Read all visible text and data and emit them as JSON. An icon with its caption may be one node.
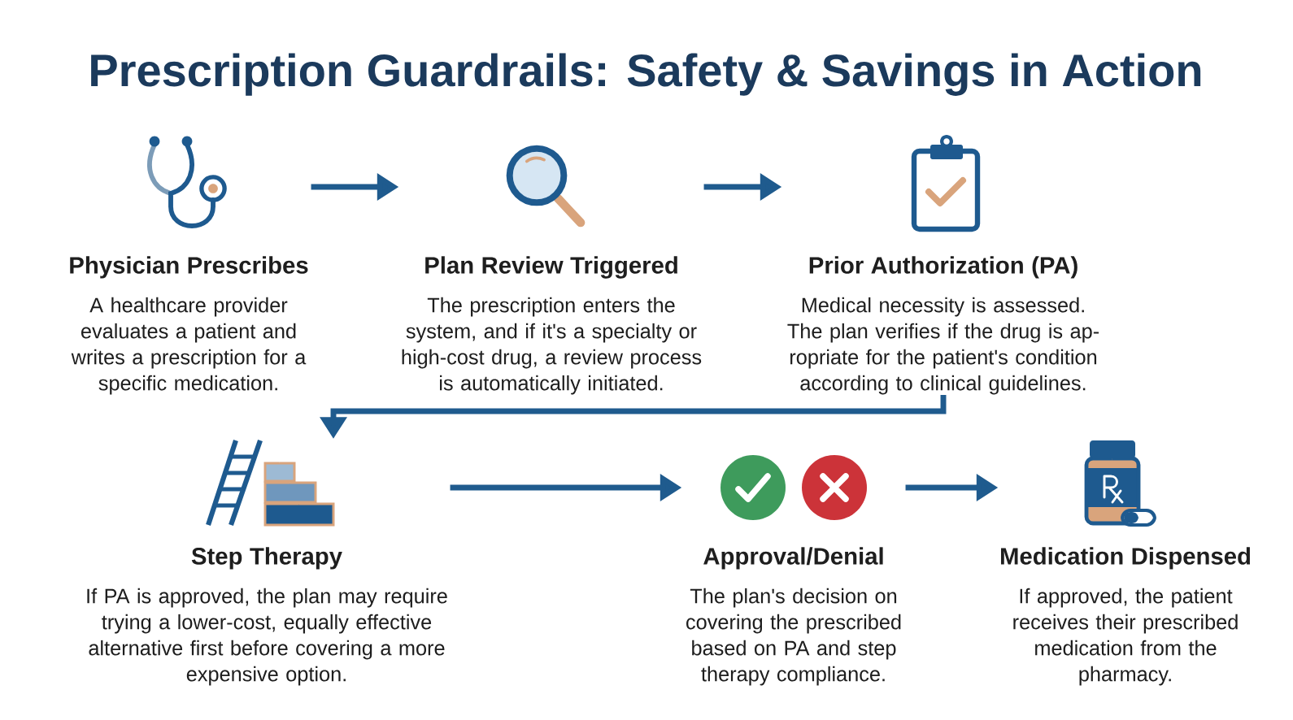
{
  "diagram": {
    "title": "Prescription Guardrails: Safety & Savings in Action",
    "nodes": [
      {
        "text": [
          "Physician Prescribes",
          "A healthcare provider evaluates a patient and writes a prescription for a specific medication."
        ]
      },
      {
        "text": [
          "Plan Review Triggered",
          "The prescription enters the system, and if it's a specialty or high-cost drug, a review process is automatically initiated."
        ]
      },
      {
        "text": [
          "Prior Authorization (PA)",
          "Medical necessity is assessed. The plan verifies if the drug is ap- ropriate for the patient's condition according to clinical guidelines."
        ]
      },
      {
        "text": [
          "Step Therapy",
          "If PA is approved, the plan may require trying a lower-cost, equally effective alternative first before covering a more expensive option."
        ]
      },
      {
        "text": [
          "Approval/Denial",
          "The plan's decision on covering the prescribed based on PA and step therapy compliance."
        ]
      },
      {
        "text": [
          "Medication Dispensed",
          "If approved, the patient receives their prescribed medication from the pharmacy."
        ]
      }
    ],
    "edges": [
      {
        "from": 0,
        "to": 1,
        "arrow": "to"
      },
      {
        "from": 1,
        "to": 2,
        "arrow": "to"
      },
      {
        "from": 2,
        "to": 3,
        "arrow": "to"
      },
      {
        "from": 3,
        "to": 4,
        "arrow": "to"
      },
      {
        "from": 4,
        "to": 5,
        "arrow": "to"
      }
    ]
  }
}
